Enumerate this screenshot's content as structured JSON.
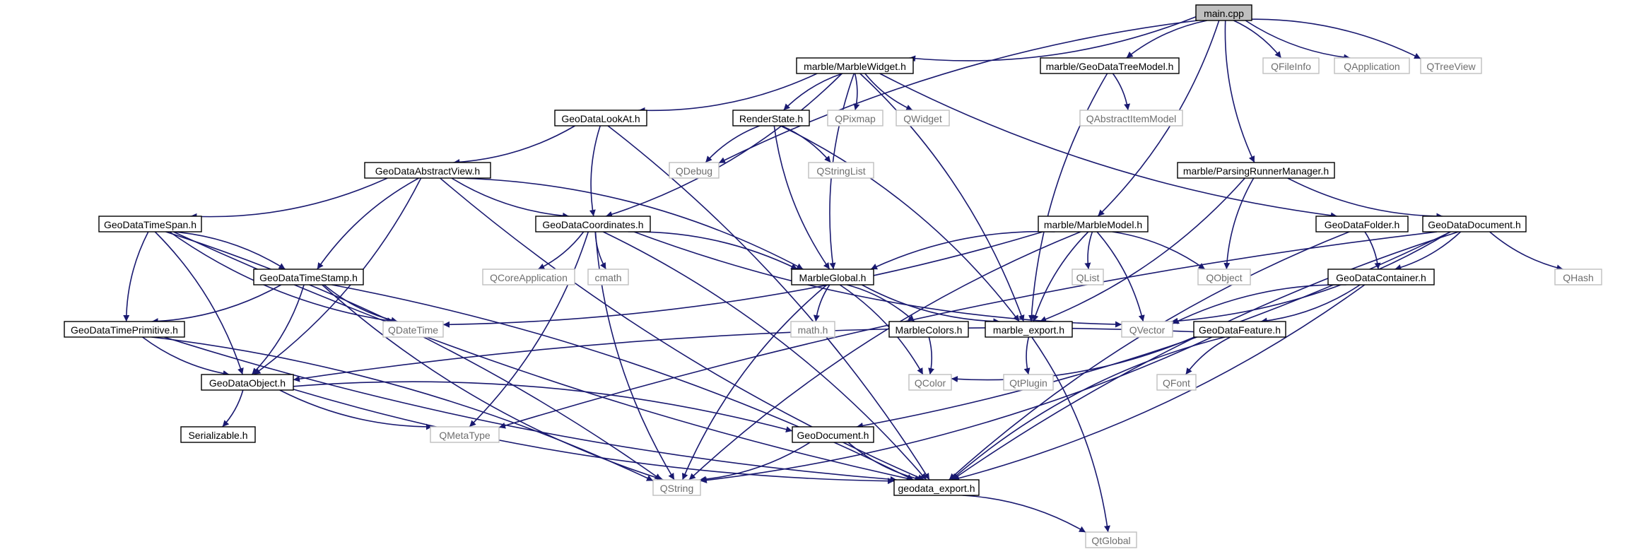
{
  "diagram": {
    "title": "",
    "nodes": [
      {
        "id": "main",
        "label": "main.cpp",
        "kind": "main"
      },
      {
        "id": "marblewidget",
        "label": "marble/MarbleWidget.h",
        "kind": "local"
      },
      {
        "id": "geodatatreemodel",
        "label": "marble/GeoDataTreeModel.h",
        "kind": "local"
      },
      {
        "id": "qfileinfo",
        "label": "QFileInfo",
        "kind": "external"
      },
      {
        "id": "qapplication",
        "label": "QApplication",
        "kind": "external"
      },
      {
        "id": "qtreeview",
        "label": "QTreeView",
        "kind": "external"
      },
      {
        "id": "geodatalookat",
        "label": "GeoDataLookAt.h",
        "kind": "local"
      },
      {
        "id": "renderstate",
        "label": "RenderState.h",
        "kind": "local"
      },
      {
        "id": "qpixmap",
        "label": "QPixmap",
        "kind": "external"
      },
      {
        "id": "qwidget",
        "label": "QWidget",
        "kind": "external"
      },
      {
        "id": "qabstractitemmodel",
        "label": "QAbstractItemModel",
        "kind": "external"
      },
      {
        "id": "qdebug",
        "label": "QDebug",
        "kind": "external"
      },
      {
        "id": "qstringlist",
        "label": "QStringList",
        "kind": "external"
      },
      {
        "id": "parsingrunnermanager",
        "label": "marble/ParsingRunnerManager.h",
        "kind": "local"
      },
      {
        "id": "geodataabstractview",
        "label": "GeoDataAbstractView.h",
        "kind": "local"
      },
      {
        "id": "geodatatimespan",
        "label": "GeoDataTimeSpan.h",
        "kind": "local"
      },
      {
        "id": "geodatacoordinates",
        "label": "GeoDataCoordinates.h",
        "kind": "local"
      },
      {
        "id": "marblemodel",
        "label": "marble/MarbleModel.h",
        "kind": "local"
      },
      {
        "id": "geodatafolder",
        "label": "GeoDataFolder.h",
        "kind": "local"
      },
      {
        "id": "geodatadocument",
        "label": "GeoDataDocument.h",
        "kind": "local"
      },
      {
        "id": "geodatatimestamp",
        "label": "GeoDataTimeStamp.h",
        "kind": "local"
      },
      {
        "id": "qcoreapplication",
        "label": "QCoreApplication",
        "kind": "external"
      },
      {
        "id": "cmath",
        "label": "cmath",
        "kind": "external"
      },
      {
        "id": "marbleglobal",
        "label": "MarbleGlobal.h",
        "kind": "local"
      },
      {
        "id": "qlist",
        "label": "QList",
        "kind": "external"
      },
      {
        "id": "qobject",
        "label": "QObject",
        "kind": "external"
      },
      {
        "id": "geodatacontainer",
        "label": "GeoDataContainer.h",
        "kind": "local"
      },
      {
        "id": "qhash",
        "label": "QHash",
        "kind": "external"
      },
      {
        "id": "geodatatimeprimitive",
        "label": "GeoDataTimePrimitive.h",
        "kind": "local"
      },
      {
        "id": "qdatetime",
        "label": "QDateTime",
        "kind": "external"
      },
      {
        "id": "mathh",
        "label": "math.h",
        "kind": "external"
      },
      {
        "id": "marblecolors",
        "label": "MarbleColors.h",
        "kind": "local"
      },
      {
        "id": "marbleexport",
        "label": "marble_export.h",
        "kind": "local"
      },
      {
        "id": "qvector",
        "label": "QVector",
        "kind": "external"
      },
      {
        "id": "geodatafeature",
        "label": "GeoDataFeature.h",
        "kind": "local"
      },
      {
        "id": "geodataobject",
        "label": "GeoDataObject.h",
        "kind": "local"
      },
      {
        "id": "qcolor",
        "label": "QColor",
        "kind": "external"
      },
      {
        "id": "qtplugin",
        "label": "QtPlugin",
        "kind": "external"
      },
      {
        "id": "qfont",
        "label": "QFont",
        "kind": "external"
      },
      {
        "id": "serializable",
        "label": "Serializable.h",
        "kind": "local"
      },
      {
        "id": "qmetatype",
        "label": "QMetaType",
        "kind": "external"
      },
      {
        "id": "geodocument",
        "label": "GeoDocument.h",
        "kind": "local"
      },
      {
        "id": "qstring",
        "label": "QString",
        "kind": "external"
      },
      {
        "id": "geodataexport",
        "label": "geodata_export.h",
        "kind": "local"
      },
      {
        "id": "qtglobal",
        "label": "QtGlobal",
        "kind": "external"
      }
    ],
    "edges": [
      [
        "main",
        "marblewidget"
      ],
      [
        "main",
        "geodatatreemodel"
      ],
      [
        "main",
        "qfileinfo"
      ],
      [
        "main",
        "qapplication"
      ],
      [
        "main",
        "qtreeview"
      ],
      [
        "main",
        "qdebug"
      ],
      [
        "main",
        "marblemodel"
      ],
      [
        "main",
        "parsingrunnermanager"
      ],
      [
        "marblewidget",
        "geodatalookat"
      ],
      [
        "marblewidget",
        "renderstate"
      ],
      [
        "marblewidget",
        "qpixmap"
      ],
      [
        "marblewidget",
        "qwidget"
      ],
      [
        "marblewidget",
        "geodatacoordinates"
      ],
      [
        "marblewidget",
        "marbleglobal"
      ],
      [
        "marblewidget",
        "marbleexport"
      ],
      [
        "marblewidget",
        "geodatafolder"
      ],
      [
        "geodatatreemodel",
        "qabstractitemmodel"
      ],
      [
        "geodatatreemodel",
        "marbleexport"
      ],
      [
        "geodatalookat",
        "geodataabstractview"
      ],
      [
        "geodatalookat",
        "geodatacoordinates"
      ],
      [
        "geodatalookat",
        "geodataexport"
      ],
      [
        "renderstate",
        "qdebug"
      ],
      [
        "renderstate",
        "qstringlist"
      ],
      [
        "renderstate",
        "marbleglobal"
      ],
      [
        "renderstate",
        "marbleexport"
      ],
      [
        "parsingrunnermanager",
        "qobject"
      ],
      [
        "parsingrunnermanager",
        "marbleexport"
      ],
      [
        "parsingrunnermanager",
        "geodatadocument"
      ],
      [
        "geodataabstractview",
        "geodatatimespan"
      ],
      [
        "geodataabstractview",
        "geodatatimestamp"
      ],
      [
        "geodataabstractview",
        "geodataobject"
      ],
      [
        "geodataabstractview",
        "geodatacoordinates"
      ],
      [
        "geodataabstractview",
        "marbleglobal"
      ],
      [
        "geodataabstractview",
        "geodataexport"
      ],
      [
        "geodatatimespan",
        "geodatatimestamp"
      ],
      [
        "geodatatimespan",
        "geodatatimeprimitive"
      ],
      [
        "geodatatimespan",
        "geodataobject"
      ],
      [
        "geodatatimespan",
        "qdatetime"
      ],
      [
        "geodatatimespan",
        "qstring"
      ],
      [
        "geodatatimespan",
        "geodataexport"
      ],
      [
        "geodatacoordinates",
        "qcoreapplication"
      ],
      [
        "geodatacoordinates",
        "cmath"
      ],
      [
        "geodatacoordinates",
        "marbleglobal"
      ],
      [
        "geodatacoordinates",
        "qvector"
      ],
      [
        "geodatacoordinates",
        "qmetatype"
      ],
      [
        "geodatacoordinates",
        "qstring"
      ],
      [
        "geodatacoordinates",
        "geodataexport"
      ],
      [
        "marblemodel",
        "marbleglobal"
      ],
      [
        "marblemodel",
        "qdatetime"
      ],
      [
        "marblemodel",
        "qlist"
      ],
      [
        "marblemodel",
        "qobject"
      ],
      [
        "marblemodel",
        "marbleexport"
      ],
      [
        "marblemodel",
        "qvector"
      ],
      [
        "marblemodel",
        "qstring"
      ],
      [
        "geodatafolder",
        "geodatacontainer"
      ],
      [
        "geodatafolder",
        "geodataexport"
      ],
      [
        "geodatadocument",
        "geodatacontainer"
      ],
      [
        "geodatadocument",
        "qhash"
      ],
      [
        "geodatadocument",
        "qvector"
      ],
      [
        "geodatadocument",
        "qmetatype"
      ],
      [
        "geodatadocument",
        "geodocument"
      ],
      [
        "geodatadocument",
        "geodataexport"
      ],
      [
        "geodatatimestamp",
        "geodatatimeprimitive"
      ],
      [
        "geodatatimestamp",
        "qdatetime"
      ],
      [
        "geodatatimestamp",
        "geodataobject"
      ],
      [
        "geodatatimestamp",
        "qstring"
      ],
      [
        "geodatatimestamp",
        "geodataexport"
      ],
      [
        "marbleglobal",
        "mathh"
      ],
      [
        "marbleglobal",
        "marblecolors"
      ],
      [
        "marbleglobal",
        "marbleexport"
      ],
      [
        "marbleglobal",
        "qcolor"
      ],
      [
        "marbleglobal",
        "qstring"
      ],
      [
        "geodatacontainer",
        "geodatafeature"
      ],
      [
        "geodatacontainer",
        "qvector"
      ],
      [
        "geodatacontainer",
        "geodataexport"
      ],
      [
        "geodatatimeprimitive",
        "geodataobject"
      ],
      [
        "geodatatimeprimitive",
        "qstring"
      ],
      [
        "geodatatimeprimitive",
        "geodataexport"
      ],
      [
        "marblecolors",
        "qcolor"
      ],
      [
        "marbleexport",
        "qtplugin"
      ],
      [
        "marbleexport",
        "qtglobal"
      ],
      [
        "geodatafeature",
        "geodataobject"
      ],
      [
        "geodatafeature",
        "qcolor"
      ],
      [
        "geodatafeature",
        "qfont"
      ],
      [
        "geodatafeature",
        "qstring"
      ],
      [
        "geodatafeature",
        "geodataexport"
      ],
      [
        "geodataobject",
        "serializable"
      ],
      [
        "geodataobject",
        "qmetatype"
      ],
      [
        "geodataobject",
        "geodocument"
      ],
      [
        "geodataobject",
        "geodataexport"
      ],
      [
        "geodocument",
        "qstring"
      ],
      [
        "geodocument",
        "geodataexport"
      ],
      [
        "geodataexport",
        "qtglobal"
      ]
    ]
  }
}
